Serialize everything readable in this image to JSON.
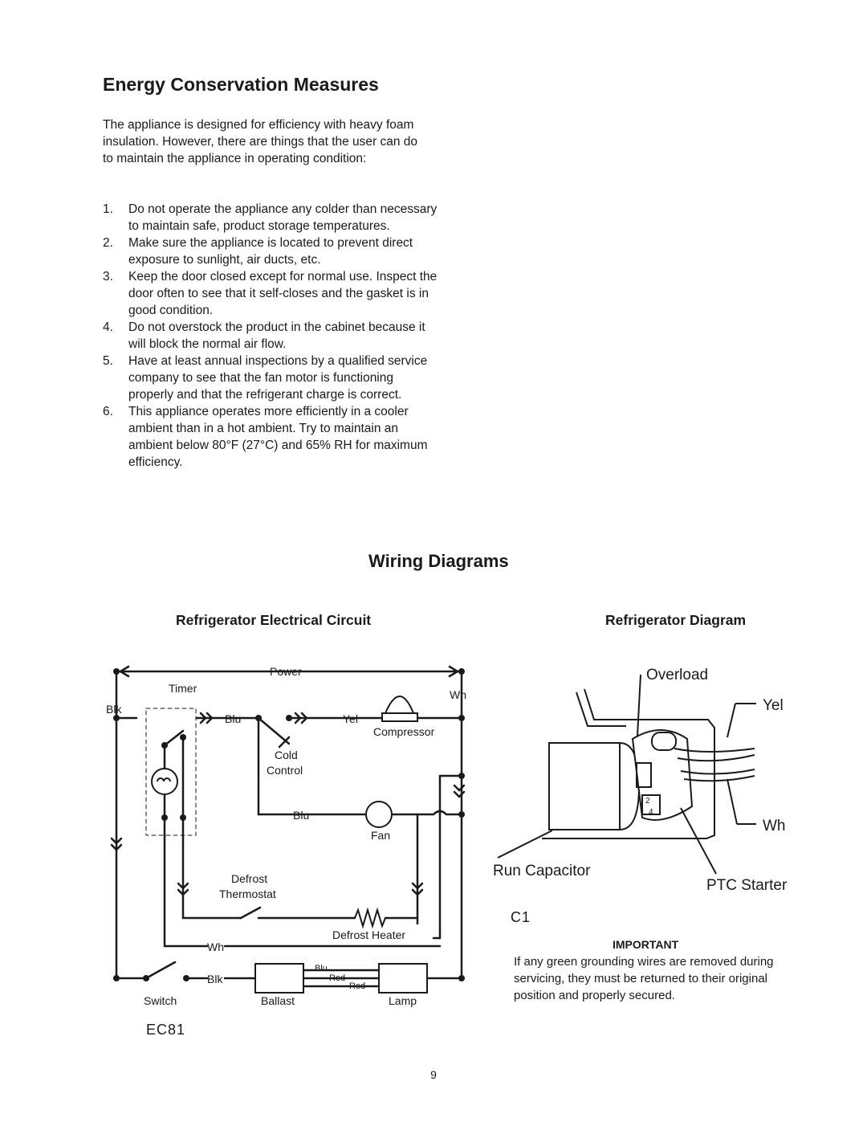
{
  "energy": {
    "title": "Energy Conservation Measures",
    "intro": "The appliance is designed for efficiency with heavy foam insulation. However, there are things that the user can do to maintain the appliance in operating condition:",
    "items": [
      {
        "num": "1.",
        "text": "Do not operate the appliance any colder than necessary to maintain safe, product storage temperatures."
      },
      {
        "num": "2.",
        "text": "Make sure the appliance is located to prevent direct exposure to sunlight, air ducts, etc."
      },
      {
        "num": "3.",
        "text": "Keep the door closed except for normal use. Inspect the door often to see that it self-closes and the gasket is in good condition."
      },
      {
        "num": "4.",
        "text": "Do not overstock the product in the cabinet because it will block the normal air flow."
      },
      {
        "num": "5.",
        "text": "Have at least annual inspections by a qualified service company to see that the fan motor is functioning properly and that the refrigerant charge is correct."
      },
      {
        "num": "6.",
        "text": "This appliance operates more efficiently in a cooler ambient than in a hot ambient. Try to maintain an ambient below 80°F (27°C) and 65% RH for maximum efficiency."
      }
    ]
  },
  "wiring": {
    "title": "Wiring Diagrams",
    "circuit_title": "Refrigerator Electrical Circuit",
    "diagram_title": "Refrigerator Diagram",
    "circuit_labels": {
      "power": "Power",
      "timer": "Timer",
      "blk_top": "Blk",
      "blu_top": "Blu",
      "yel": "Yel",
      "wh_right": "Wh",
      "compressor": "Compressor",
      "cold": "Cold",
      "control": "Control",
      "blu_fan": "Blu",
      "fan": "Fan",
      "defrost": "Defrost",
      "thermostat": "Thermostat",
      "defrost_heater": "Defrost Heater",
      "wh_bottom": "Wh",
      "blk_bottom": "Blk",
      "blu_ballast": "Blu",
      "red1": "Red",
      "red2": "Red",
      "switch": "Switch",
      "ballast": "Ballast",
      "lamp": "Lamp"
    },
    "diagram_labels": {
      "overload": "Overload",
      "yel": "Yel",
      "wh": "Wh",
      "run_capacitor": "Run Capacitor",
      "ptc_starter": "PTC Starter",
      "num1": "2",
      "num2": "4"
    },
    "code_left": "EC81",
    "code_right": "C1"
  },
  "important": {
    "title": "IMPORTANT",
    "text": "If any green grounding wires are removed during servicing, they must be returned to their original position and properly secured."
  },
  "page_number": "9"
}
